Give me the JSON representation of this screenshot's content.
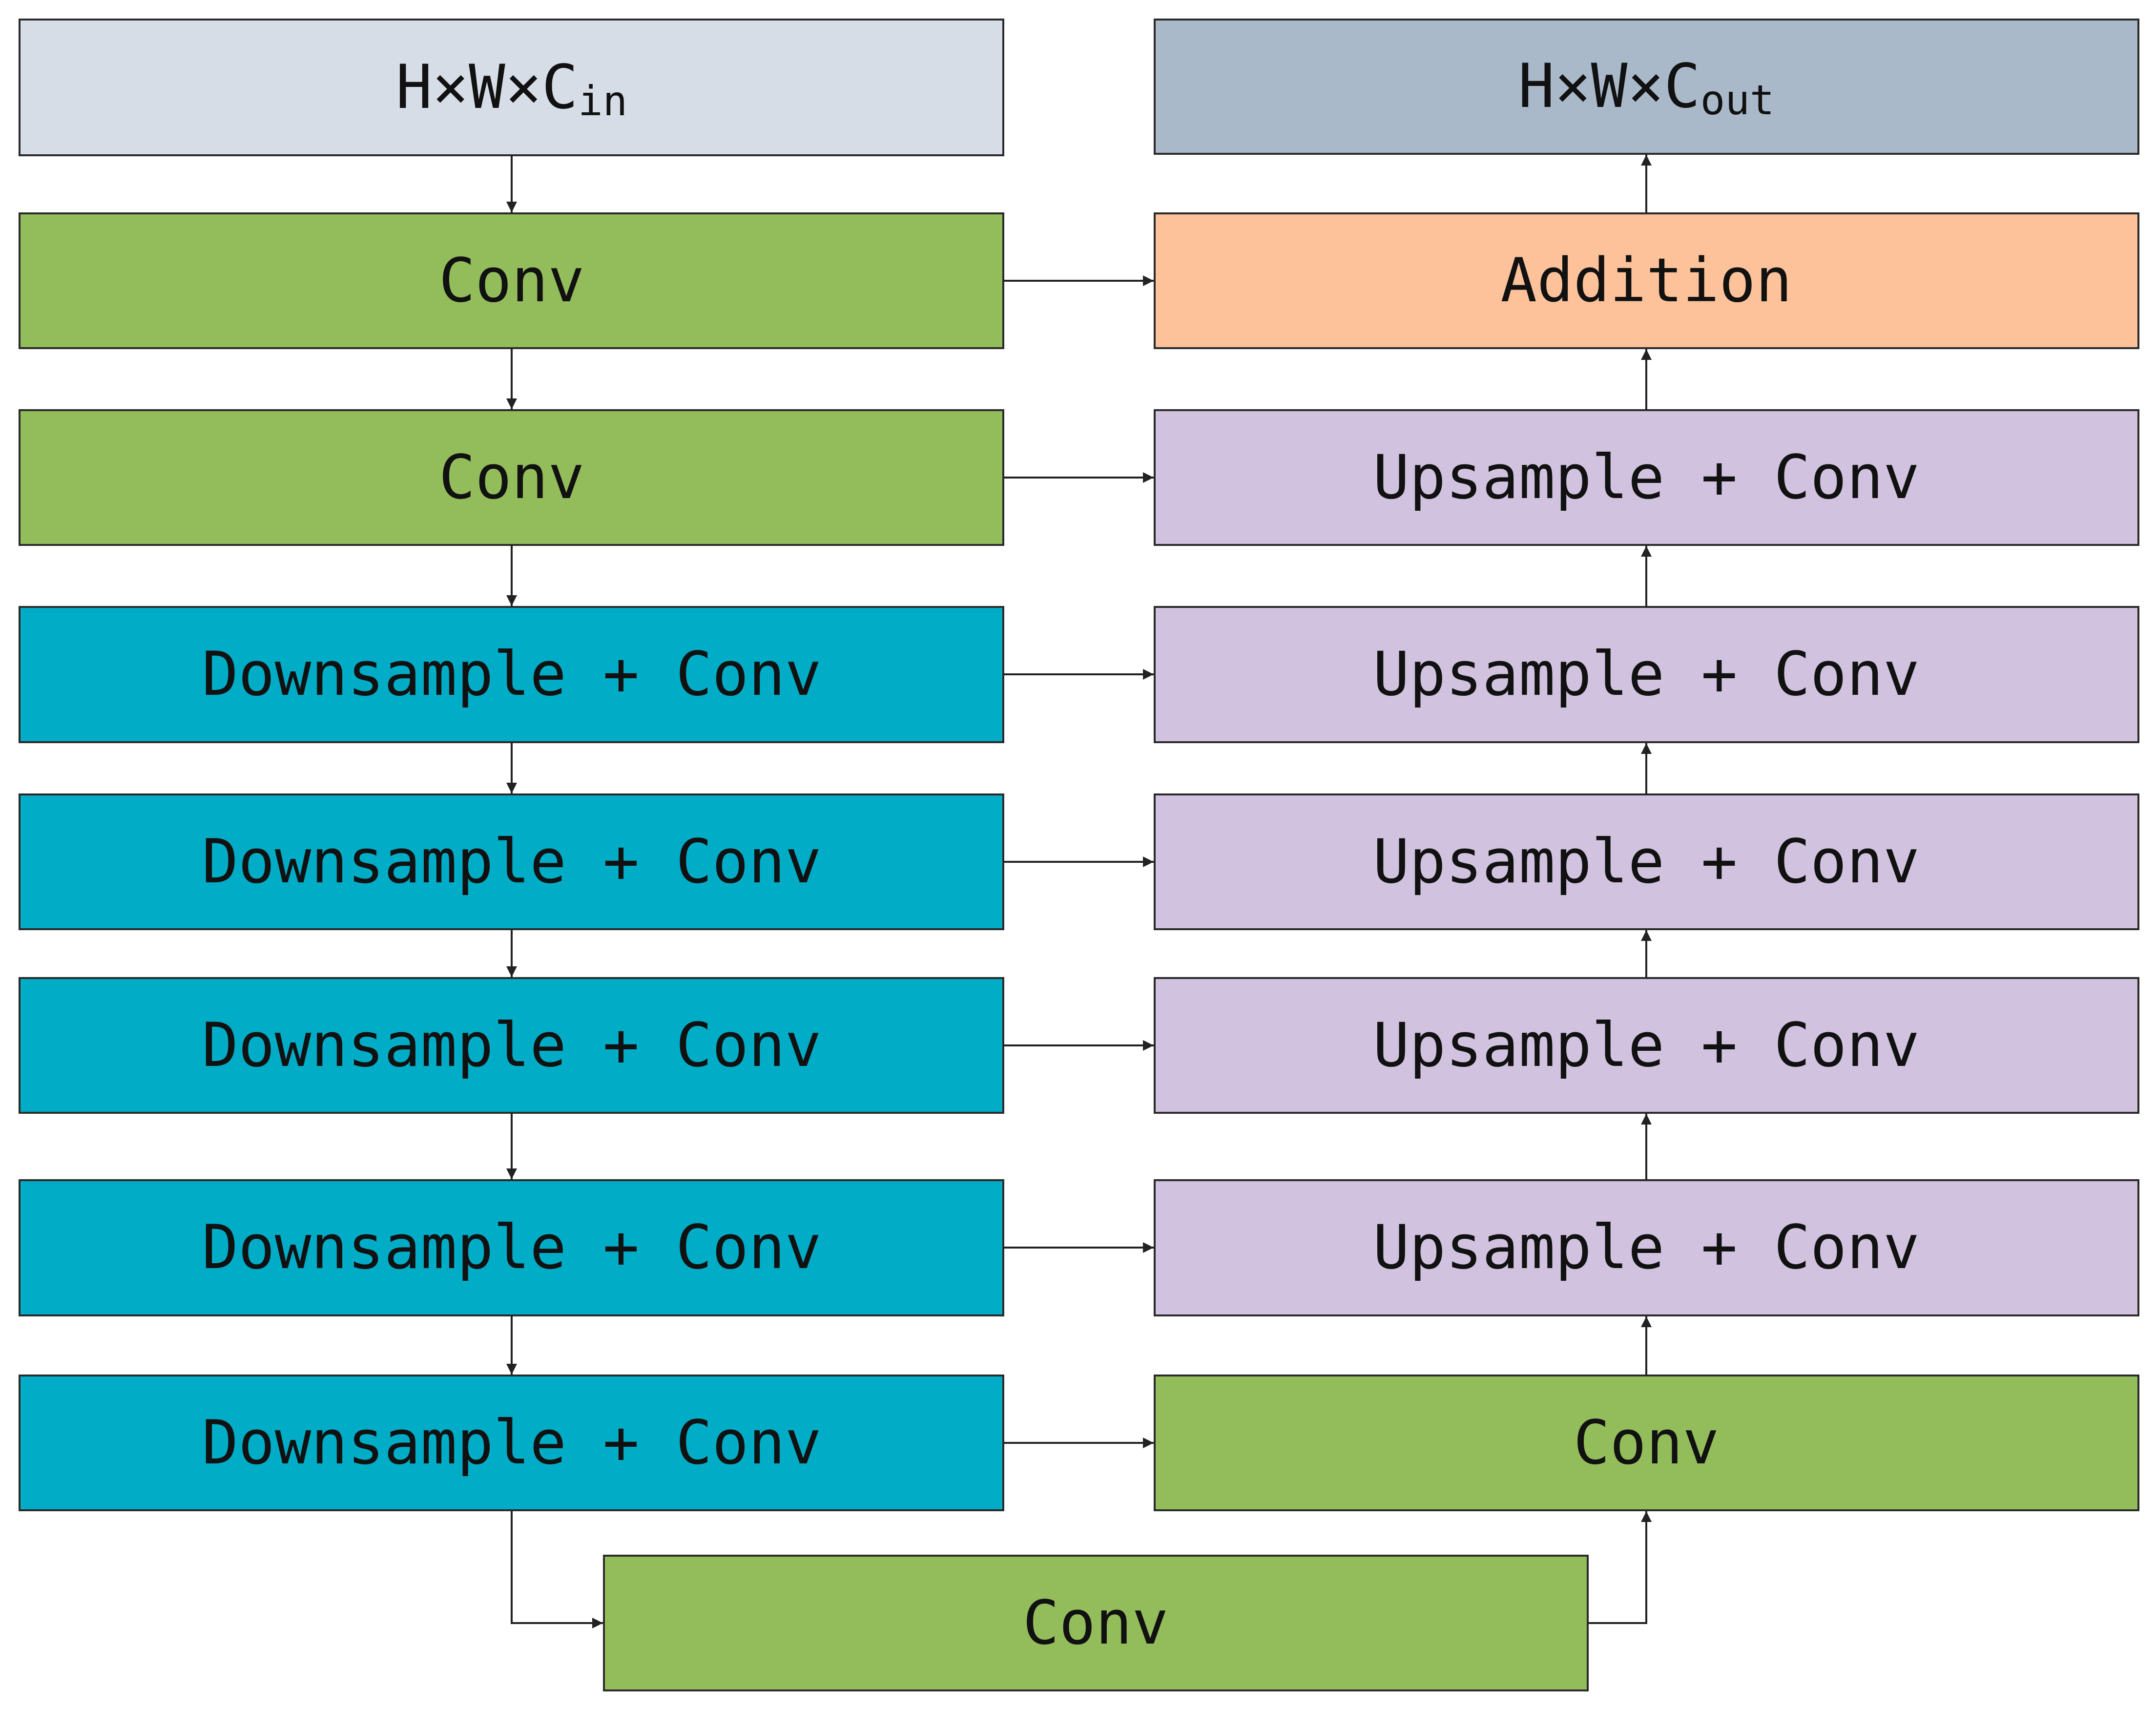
{
  "colors": {
    "input": "#d6dde7",
    "output": "#a9b9ca",
    "conv": "#93bd5b",
    "down": "#00acc6",
    "add": "#fdc299",
    "up": "#d1c3df",
    "border": "#2a2a2a",
    "arrow": "#222222"
  },
  "encoder": {
    "input": {
      "base": "H×W×C",
      "sub": "in"
    },
    "conv1": "Conv",
    "conv2": "Conv",
    "down1": "Downsample + Conv",
    "down2": "Downsample + Conv",
    "down3": "Downsample + Conv",
    "down4": "Downsample + Conv",
    "down5": "Downsample + Conv"
  },
  "bottleneck": {
    "conv": "Conv"
  },
  "decoder": {
    "conv": "Conv",
    "up1": "Upsample + Conv",
    "up2": "Upsample + Conv",
    "up3": "Upsample + Conv",
    "up4": "Upsample + Conv",
    "up5": "Upsample + Conv",
    "addition": "Addition",
    "output": {
      "base": "H×W×C",
      "sub": "out"
    }
  }
}
